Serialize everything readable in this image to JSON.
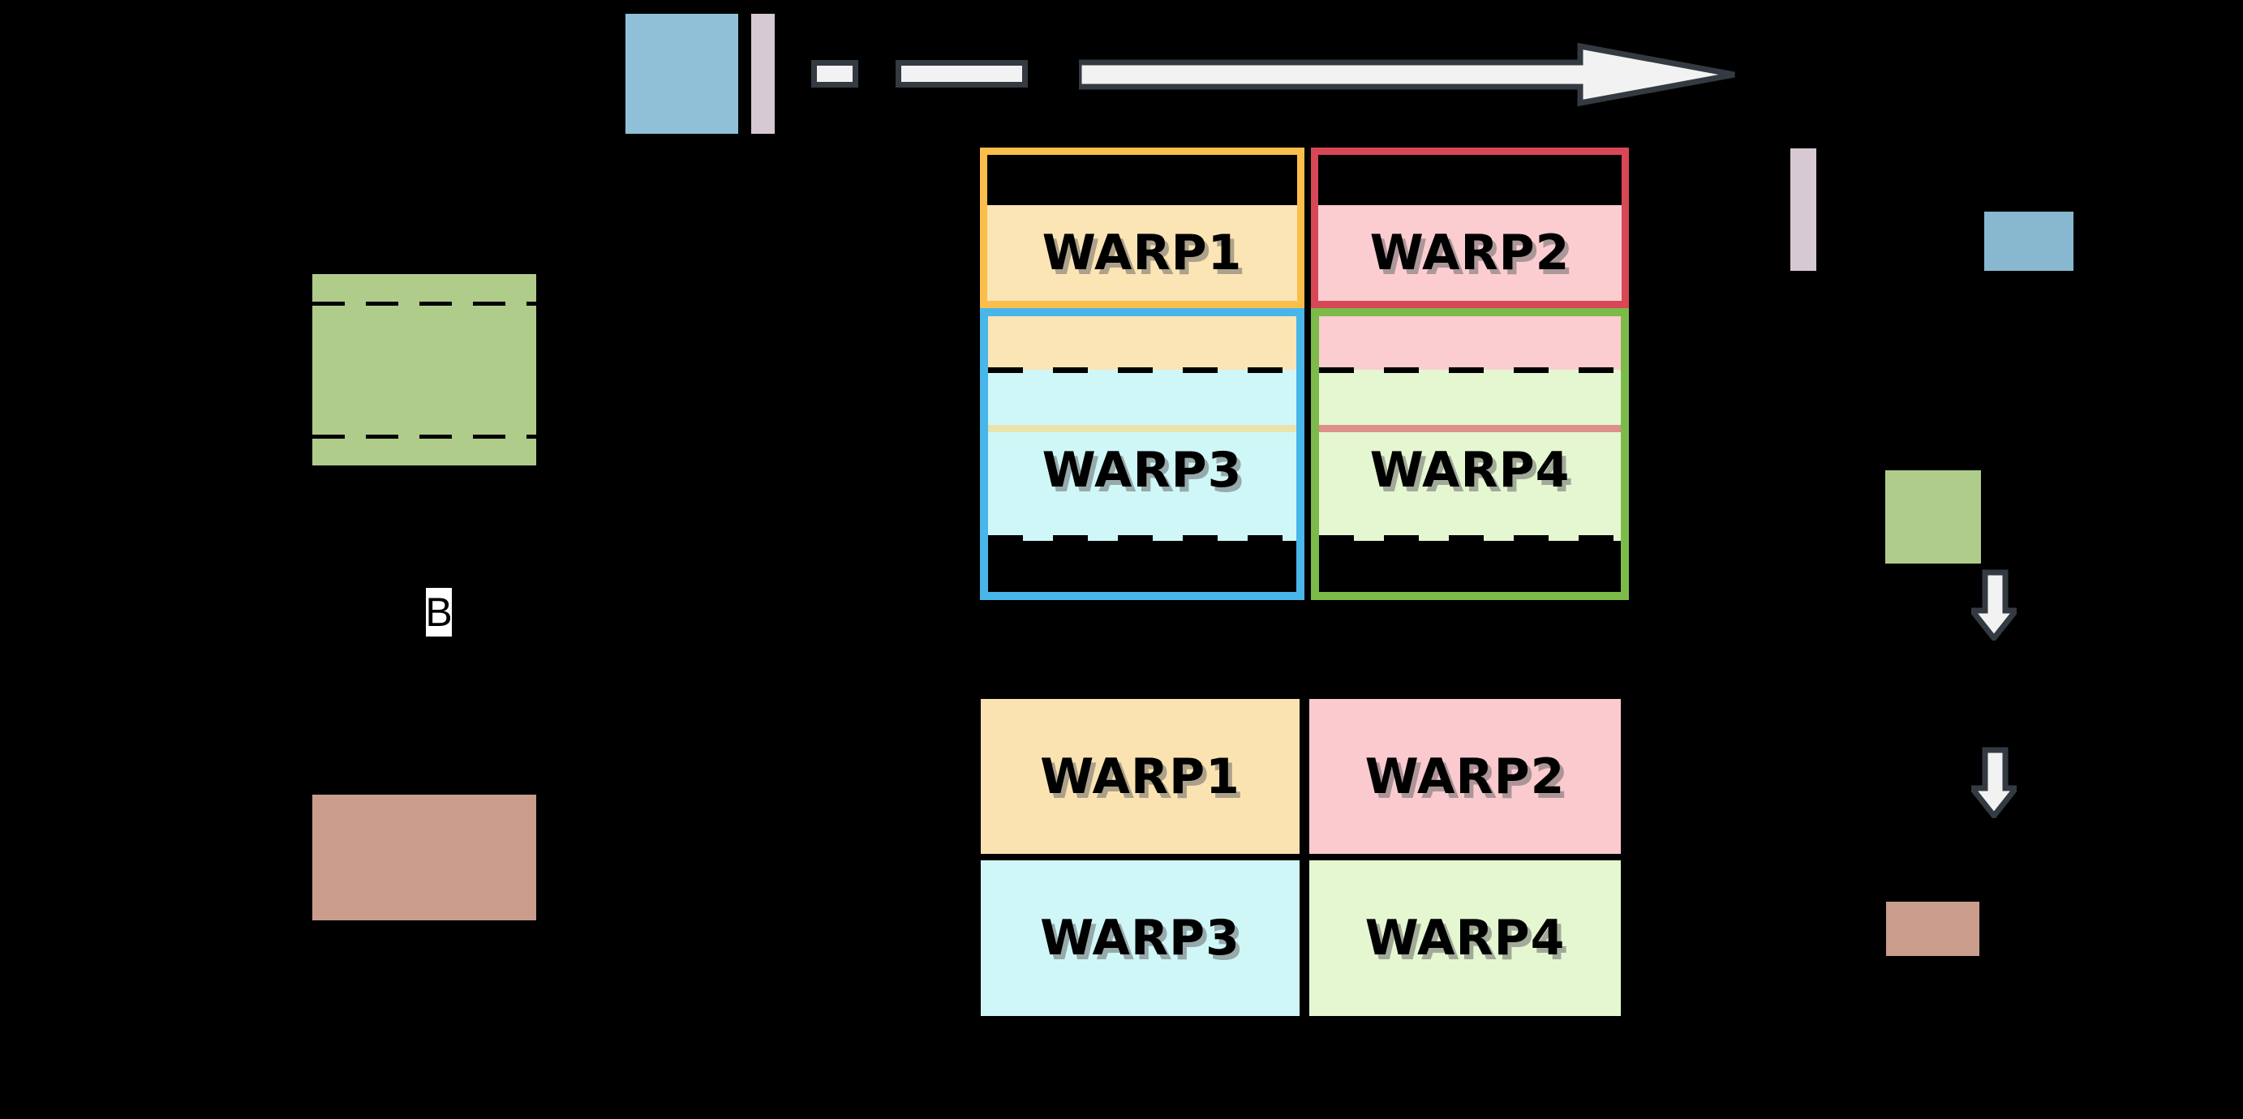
{
  "colors": {
    "background": "#000000",
    "outline_dark": "#343A42",
    "arrow_fill": "#F2F2F2",
    "blue_square_top": "#8FC0D8",
    "pink_bar": "#D7C9D2",
    "green_block": "#AFCC8A",
    "brown_block": "#CA9C8B",
    "blue_rect_right": "#87B8D0",
    "b_label_bg": "#FFFFFF",
    "b_label_text": "#000000"
  },
  "top_grid": {
    "warps": [
      {
        "label": "WARP1",
        "border": "#FBBE4B",
        "fill": "#FCE5B4"
      },
      {
        "label": "WARP2",
        "border": "#D84755",
        "fill": "#FBCDD1"
      },
      {
        "label": "WARP3",
        "border": "#49B6E9",
        "fill": "#CFF7F8",
        "strip_fill": "#FCE5B4",
        "line_color": "#E9E4AC"
      },
      {
        "label": "WARP4",
        "border": "#7CBA49",
        "fill": "#E4F7D1",
        "strip_fill": "#FBCDD1",
        "line_color": "#DD9089"
      }
    ]
  },
  "bottom_grid": {
    "warps": [
      {
        "label": "WARP1",
        "fill": "#FBE3B1"
      },
      {
        "label": "WARP2",
        "fill": "#FACACF"
      },
      {
        "label": "WARP3",
        "fill": "#CFF7F8"
      },
      {
        "label": "WARP4",
        "fill": "#E4F7D1"
      }
    ]
  },
  "side_labels": {
    "b": "B"
  }
}
